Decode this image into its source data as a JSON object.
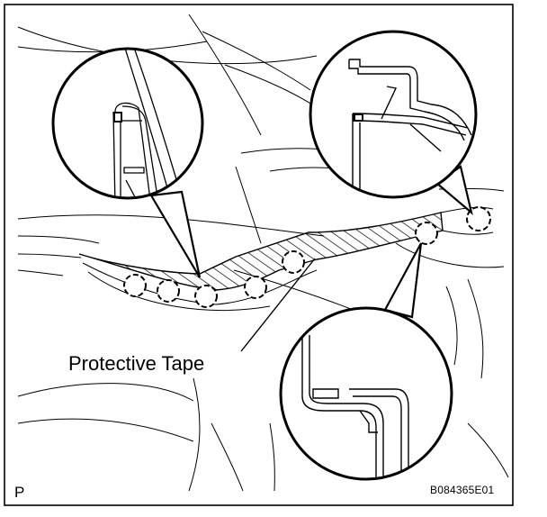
{
  "labels": {
    "callout": "Protective Tape",
    "corner_letter": "P",
    "figure_code": "B084365E01"
  },
  "colors": {
    "line": "#000000",
    "background": "#ffffff"
  }
}
